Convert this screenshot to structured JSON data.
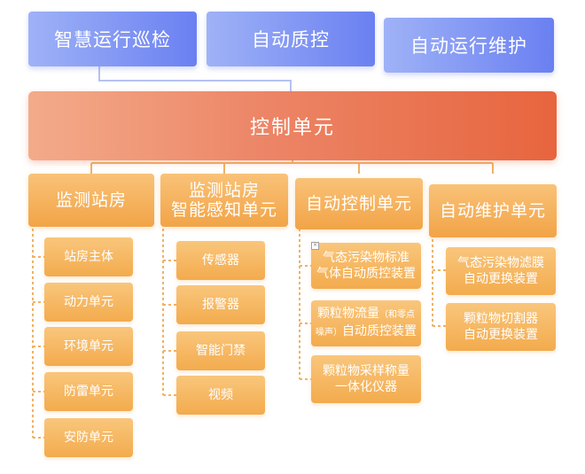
{
  "top": {
    "inspection": "智慧运行巡检",
    "qc": "自动质控",
    "maintenance": "自动运行维护"
  },
  "control": "控制单元",
  "categories": {
    "station": "监测站房",
    "smart_station_l1": "监测站房",
    "smart_station_l2": "智能感知单元",
    "auto_control": "自动控制单元",
    "auto_maint": "自动维护单元"
  },
  "station_items": [
    "站房主体",
    "动力单元",
    "环境单元",
    "防雷单元",
    "安防单元"
  ],
  "smart_items": [
    "传感器",
    "报警器",
    "智能门禁",
    "视频"
  ],
  "control_items": {
    "gas_qc_l1": "气态污染物标准",
    "gas_qc_l2": "气体自动质控装置",
    "pm_flow_main": "颗粒物流量",
    "pm_flow_note_l1": "（和零点",
    "pm_flow_note_l2": "噪声）",
    "pm_flow_l2": "自动质控装置",
    "pm_weigh_l1": "颗粒物采样称量",
    "pm_weigh_l2": "一体化仪器"
  },
  "maint_items": {
    "filter_l1": "气态污染物滤膜",
    "filter_l2": "自动更换装置",
    "cutter_l1": "颗粒物切割器",
    "cutter_l2": "自动更换装置"
  },
  "colors": {
    "blue_start": "#9fb2f7",
    "blue_end": "#6a80f1",
    "orange_start": "#f3ab8a",
    "orange_end": "#e7653e",
    "amber": "#f2a447",
    "connector_orange": "#f0b265",
    "connector_blue": "#b6c2f4"
  }
}
